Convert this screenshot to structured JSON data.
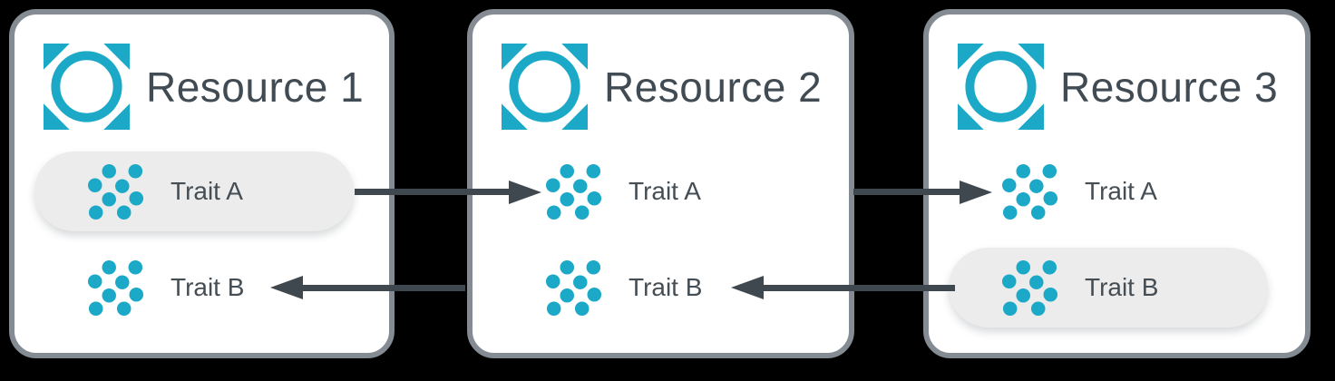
{
  "diagram": {
    "type": "resource-trait-flow",
    "background_color": "#000000",
    "colors": {
      "accent_teal": "#1BA9C7",
      "arrow": "#40484F",
      "card_border": "#848B92",
      "card_fill": "#FFFFFF",
      "highlight_pill": "#ECECEC",
      "title_text": "#414B53",
      "trait_text": "#454E55"
    },
    "resources": [
      {
        "title": "Resource 1",
        "icon": "resource-icon",
        "traits": [
          {
            "label": "Trait A",
            "icon": "trait-icon",
            "highlighted": true
          },
          {
            "label": "Trait B",
            "icon": "trait-icon",
            "highlighted": false
          }
        ]
      },
      {
        "title": "Resource 2",
        "icon": "resource-icon",
        "traits": [
          {
            "label": "Trait A",
            "icon": "trait-icon",
            "highlighted": false
          },
          {
            "label": "Trait B",
            "icon": "trait-icon",
            "highlighted": false
          }
        ]
      },
      {
        "title": "Resource 3",
        "icon": "resource-icon",
        "traits": [
          {
            "label": "Trait A",
            "icon": "trait-icon",
            "highlighted": false
          },
          {
            "label": "Trait B",
            "icon": "trait-icon",
            "highlighted": true
          }
        ]
      }
    ],
    "arrows": [
      {
        "id": "trait-a-r1-to-r2",
        "from": "Resource 1 / Trait A",
        "to": "Resource 2 / Trait A",
        "direction": "right"
      },
      {
        "id": "trait-a-r2-to-r3",
        "from": "Resource 2",
        "to": "Resource 3 / Trait A",
        "direction": "right"
      },
      {
        "id": "trait-b-r3-to-r2",
        "from": "Resource 3 / Trait B",
        "to": "Resource 2 / Trait B",
        "direction": "left"
      },
      {
        "id": "trait-b-r2-to-r1",
        "from": "Resource 2",
        "to": "Resource 1 / Trait B",
        "direction": "left"
      }
    ]
  }
}
